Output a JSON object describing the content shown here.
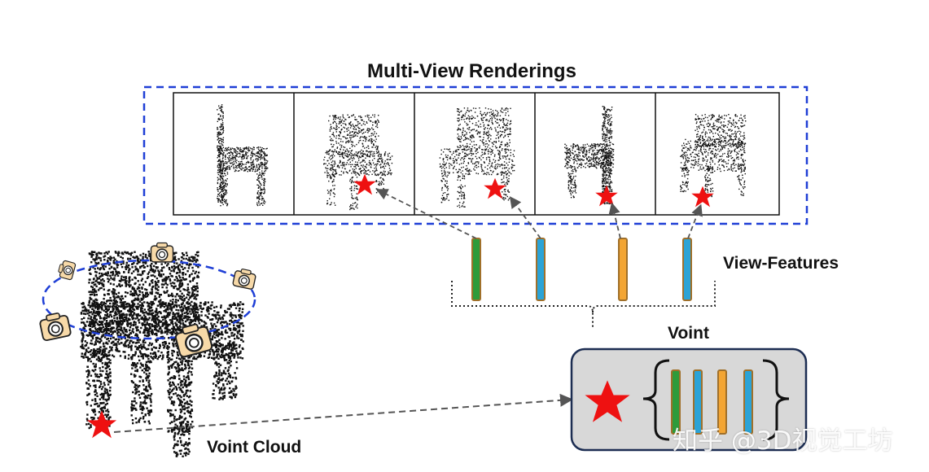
{
  "title": "Multi-View Renderings",
  "view_features_label": "View-Features",
  "voint_label": "Voint",
  "voint_cloud_label": "Voint Cloud",
  "watermark": "知乎 @3D视觉工坊",
  "colors": {
    "dashed_box": "#1f3fd6",
    "star": "#ee1111",
    "feature_green": "#2e9b3a",
    "feature_blue": "#2ba3d6",
    "feature_orange": "#f3a533",
    "feature_border": "#a0702a",
    "voint_box_fill": "#d8d8d8",
    "voint_box_border": "#1c2d52",
    "arrow": "#555555",
    "camera_ring": "#1f3fd6"
  },
  "renderings": [
    {
      "view": "side"
    },
    {
      "view": "front-left"
    },
    {
      "view": "front-right"
    },
    {
      "view": "side-back"
    },
    {
      "view": "top"
    }
  ],
  "view_features": [
    "green",
    "blue",
    "orange",
    "blue"
  ],
  "voint_features": [
    "green",
    "blue",
    "orange",
    "blue"
  ],
  "icons": [
    "star-icon",
    "camera-icon"
  ]
}
